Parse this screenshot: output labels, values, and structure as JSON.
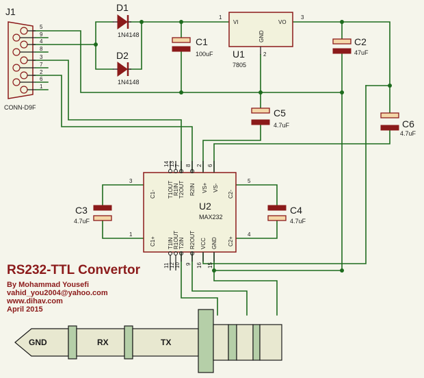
{
  "connector": {
    "ref": "J1",
    "part": "CONN-D9F",
    "pins": [
      "5",
      "9",
      "4",
      "8",
      "3",
      "7",
      "2",
      "6",
      "1"
    ]
  },
  "diodes": [
    {
      "ref": "D1",
      "part": "1N4148"
    },
    {
      "ref": "D2",
      "part": "1N4148"
    }
  ],
  "regulator": {
    "ref": "U1",
    "part": "7805",
    "pin_vi": "VI",
    "pin_vo": "VO",
    "pin_gnd": "GND",
    "n_in": "1",
    "n_out": "3",
    "n_gnd": "2"
  },
  "caps": [
    {
      "ref": "C1",
      "value": "100uF"
    },
    {
      "ref": "C2",
      "value": "47uF"
    },
    {
      "ref": "C3",
      "value": "4.7uF"
    },
    {
      "ref": "C4",
      "value": "4.7uF"
    },
    {
      "ref": "C5",
      "value": "4.7uF"
    },
    {
      "ref": "C6",
      "value": "4.7uF"
    }
  ],
  "ic": {
    "ref": "U2",
    "part": "MAX232",
    "top_pins": [
      {
        "num": "14",
        "name": "T1OUT"
      },
      {
        "num": "13",
        "name": "R1IN"
      },
      {
        "num": "7",
        "name": "T2OUT"
      },
      {
        "num": "8",
        "name": "R2IN"
      },
      {
        "num": "2",
        "name": "VS+"
      },
      {
        "num": "6",
        "name": "VS-"
      }
    ],
    "bottom_pins": [
      {
        "num": "11",
        "name": "T1IN"
      },
      {
        "num": "12",
        "name": "R1OUT"
      },
      {
        "num": "10",
        "name": "T2IN"
      },
      {
        "num": "9",
        "name": "R2OUT"
      },
      {
        "num": "16",
        "name": "VCC"
      },
      {
        "num": "15",
        "name": "GND"
      }
    ],
    "side_pins": [
      {
        "num": "3",
        "name": "C1-"
      },
      {
        "num": "1",
        "name": "C1+"
      },
      {
        "num": "5",
        "name": "C2-"
      },
      {
        "num": "4",
        "name": "C2+"
      }
    ]
  },
  "title": "RS232-TTL Convertor",
  "credits": [
    "By Mohammad Yousefi",
    "vahid_you2004@yahoo.com",
    "www.dihav.com",
    "April 2015"
  ],
  "jack": {
    "labels": [
      "GND",
      "RX",
      "TX"
    ]
  }
}
